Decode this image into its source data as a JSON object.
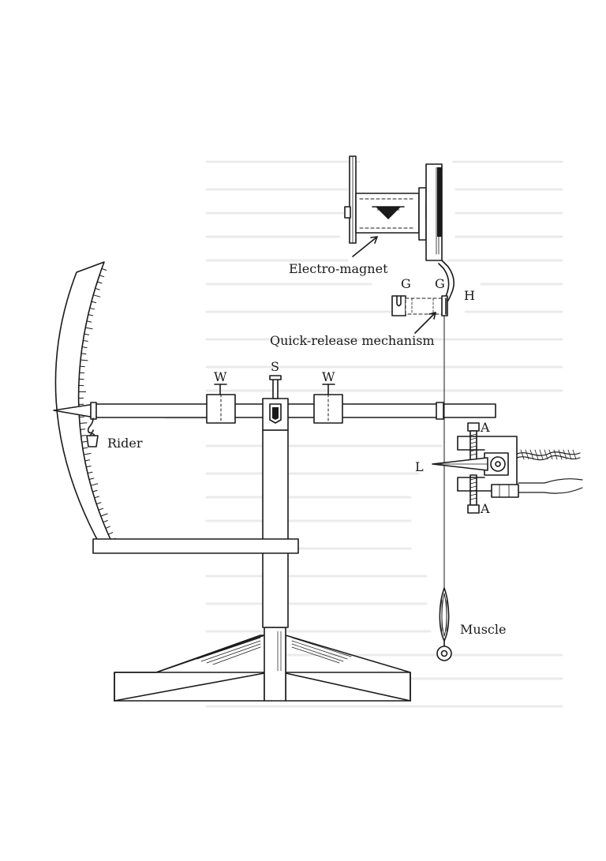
{
  "labels": {
    "electromagnet": "Electro-magnet",
    "g_left": "G",
    "g_right": "G",
    "h": "H",
    "quick_release": "Quick-release mechanism",
    "s": "S",
    "w_left": "W",
    "w_right": "W",
    "rider": "Rider",
    "a_top": "A",
    "a_bottom": "A",
    "l": "L",
    "muscle": "Muscle"
  },
  "colors": {
    "ink": "#1a1a1a",
    "bleed_through": "#d4d4d4",
    "paper": "#ffffff"
  }
}
